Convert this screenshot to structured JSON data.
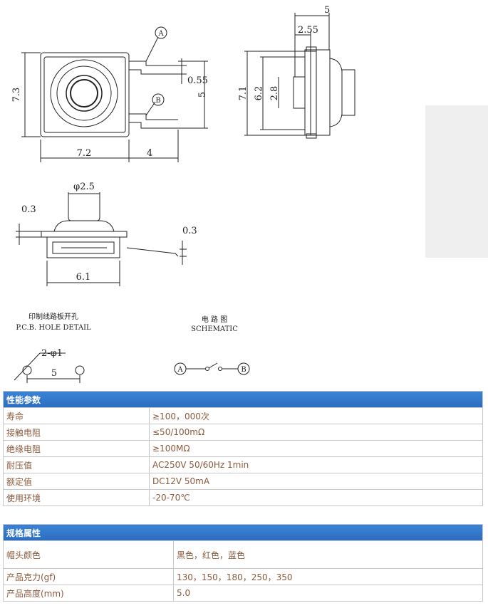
{
  "drawing": {
    "front": {
      "dim_width": "7.2",
      "dim_height": "7.3",
      "dim_lead": "4",
      "dim_pitch": "5",
      "dim_thick": "0.55",
      "label_a": "A",
      "label_b": "B"
    },
    "side": {
      "dim_total": "5",
      "dim_inner": "2.55",
      "dim_h1": "7.1",
      "dim_h2": "6.2",
      "dim_h3": "2.8"
    },
    "bottom": {
      "dim_dia": "φ2.5",
      "dim_t1": "0.3",
      "dim_t2": "0.3",
      "dim_w": "6.1"
    },
    "pcb": {
      "title_cn": "印制线路板开孔",
      "title_en": "P.C.B.  HOLE DETAIL",
      "dim_holes": "2-φ1",
      "dim_pitch": "5"
    },
    "schematic": {
      "title_cn": "电 路 图",
      "title_en": "SCHEMATIC",
      "label_a": "A",
      "label_b": "B"
    }
  },
  "performance": {
    "header": "性能参数",
    "rows": [
      {
        "label": "寿命",
        "value": "≥100，000次"
      },
      {
        "label": "接触电阻",
        "value": "≤50/100mΩ"
      },
      {
        "label": "绝缘电阻",
        "value": "≥100MΩ"
      },
      {
        "label": "耐压值",
        "value": "AC250V 50/60Hz 1min"
      },
      {
        "label": "额定值",
        "value": "DC12V 50mA"
      },
      {
        "label": "使用环境",
        "value": "-20-70℃"
      }
    ]
  },
  "specs": {
    "header": "规格属性",
    "rows": [
      {
        "label": "帽头颜色",
        "value": "黑色，红色，蓝色"
      },
      {
        "label": "产品克力(gf)",
        "value": "130，150，180，250，350"
      },
      {
        "label": "产品高度(mm)",
        "value": "5.0"
      }
    ]
  }
}
